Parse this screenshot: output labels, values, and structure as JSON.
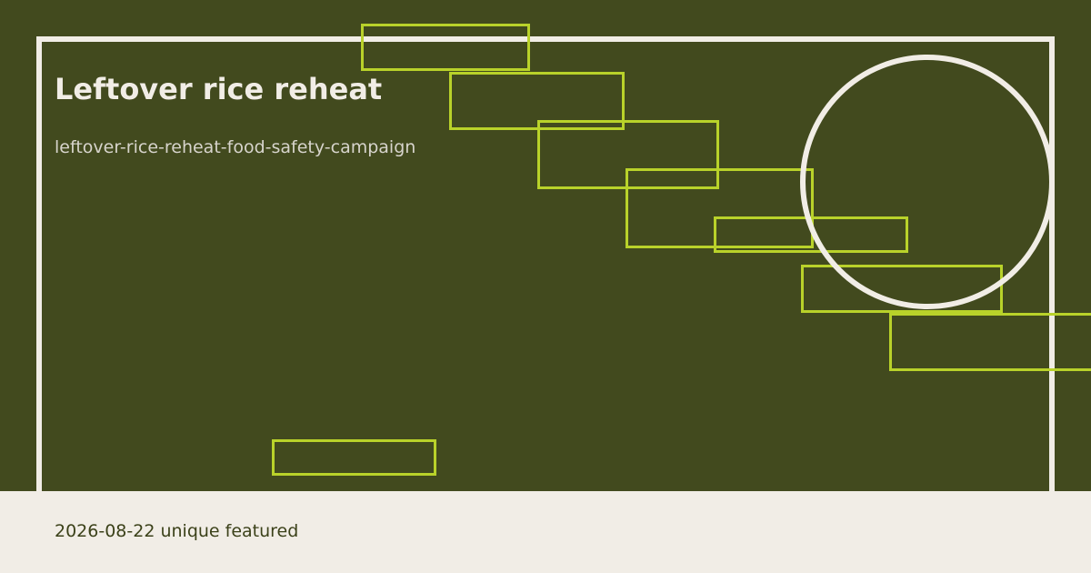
{
  "card": {
    "title": "Leftover rice reheat",
    "slug": "leftover-rice-reheat-food-safety-campaign",
    "footer_text": "2026-08-22 unique featured"
  },
  "colors": {
    "background": "#424a1e",
    "accent": "#b9d22a",
    "light": "#f1ede6",
    "footer_text": "#3b4119"
  }
}
